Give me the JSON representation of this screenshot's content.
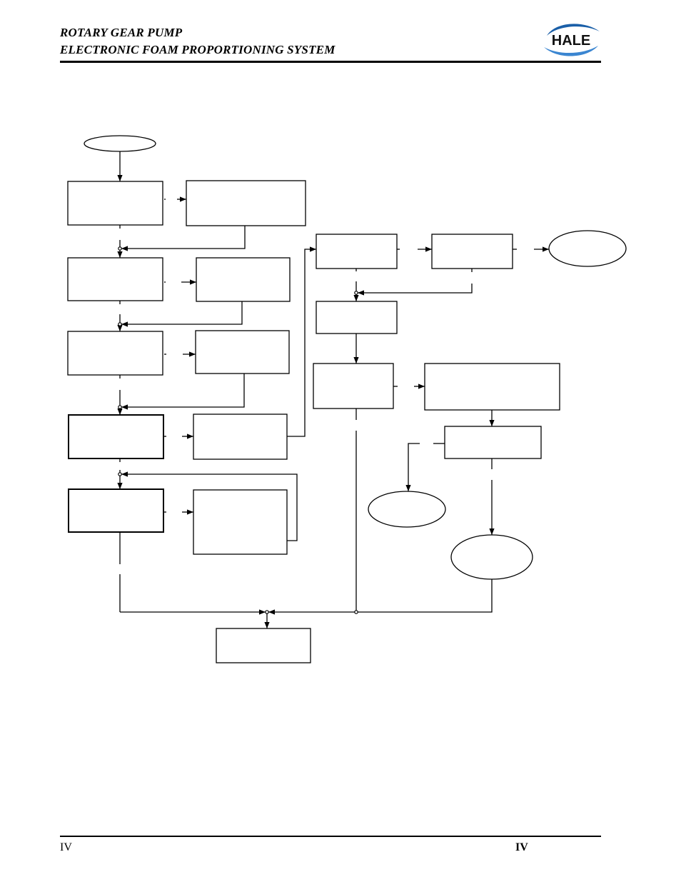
{
  "header": {
    "title_line1": "ROTARY GEAR PUMP",
    "title_line2": "ELECTRONIC FOAM PROPORTIONING SYSTEM",
    "logo_text": "HALE",
    "brand_color": "#1a5fa8"
  },
  "footer": {
    "left_label": "IV",
    "right_label": "IV"
  },
  "diagram": {
    "type": "flowchart",
    "line_color": "#000000"
  }
}
